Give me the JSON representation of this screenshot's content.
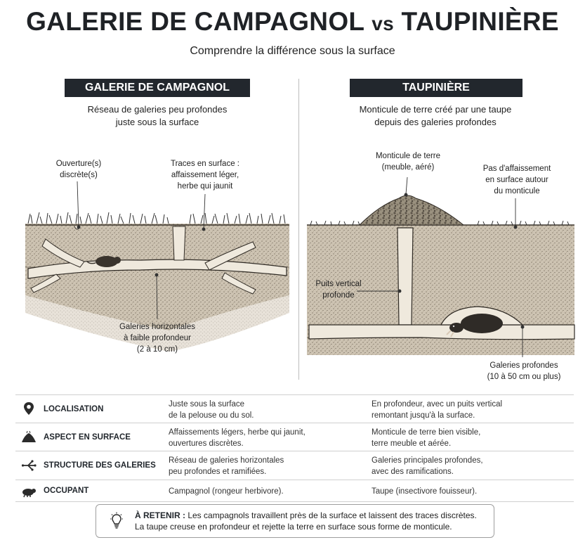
{
  "header": {
    "title_part1": "GALERIE DE CAMPAGNOL ",
    "title_vs": "vs",
    "title_part2": " TAUPINIÈRE",
    "subtitle": "Comprendre la différence sous la surface"
  },
  "left_panel": {
    "heading": "GALERIE DE CAMPAGNOL",
    "description_line1": "Réseau de galeries peu profondes",
    "description_line2": "juste sous la surface",
    "annotations": {
      "opening_line1": "Ouverture(s)",
      "opening_line2": "discrète(s)",
      "traces_line1": "Traces en surface :",
      "traces_line2": "affaissement léger,",
      "traces_line3": "herbe qui jaunit",
      "galleries_line1": "Galeries horizontales",
      "galleries_line2": "à faible profondeur",
      "galleries_line3": "(2 à 10 cm)"
    }
  },
  "right_panel": {
    "heading": "TAUPINIÈRE",
    "description_line1": "Monticule de terre créé par une taupe",
    "description_line2": "depuis des galeries profondes",
    "annotations": {
      "mound_line1": "Monticule de terre",
      "mound_line2": "(meuble, aéré)",
      "nosag_line1": "Pas d'affaissement",
      "nosag_line2": "en surface autour",
      "nosag_line3": "du monticule",
      "shaft_line1": "Puits vertical",
      "shaft_line2": "profonde",
      "deep_line1": "Galeries profondes",
      "deep_line2": "(10 à 50 cm ou plus)"
    }
  },
  "comparison_table": {
    "rows": [
      {
        "icon": "location-pin-icon",
        "label": "LOCALISATION",
        "vole_line1": "Juste sous la surface",
        "vole_line2": "de la pelouse ou du sol.",
        "mole_line1": "En profondeur, avec un puits vertical",
        "mole_line2": "remontant jusqu'à la surface."
      },
      {
        "icon": "mound-icon",
        "label": "ASPECT EN SURFACE",
        "vole_line1": "Affaissements légers, herbe qui jaunit,",
        "vole_line2": "ouvertures discrètes.",
        "mole_line1": "Monticule de terre bien visible,",
        "mole_line2": "terre meuble et aérée."
      },
      {
        "icon": "network-icon",
        "label": "STRUCTURE DES GALERIES",
        "vole_line1": "Réseau de galeries horizontales",
        "vole_line2": "peu profondes et ramifiées.",
        "mole_line1": "Galeries principales profondes,",
        "mole_line2": "avec des ramifications."
      },
      {
        "icon": "animal-icon",
        "label": "OCCUPANT",
        "vole_line1": "Campagnol (rongeur herbivore).",
        "mole_line1": "Taupe (insectivore fouisseur)."
      }
    ]
  },
  "retain_box": {
    "icon": "lightbulb-icon",
    "label": "À RETENIR :",
    "line1": " Les campagnols travaillent près de la surface et laissent des traces discrètes.",
    "line2": "La taupe creuse en profondeur et rejette la terre en surface sous forme de monticule."
  },
  "colors": {
    "banner": "#22272d",
    "soil": "#c9bfae",
    "tunnel": "#ece6da",
    "ink": "#2b2b2b"
  }
}
